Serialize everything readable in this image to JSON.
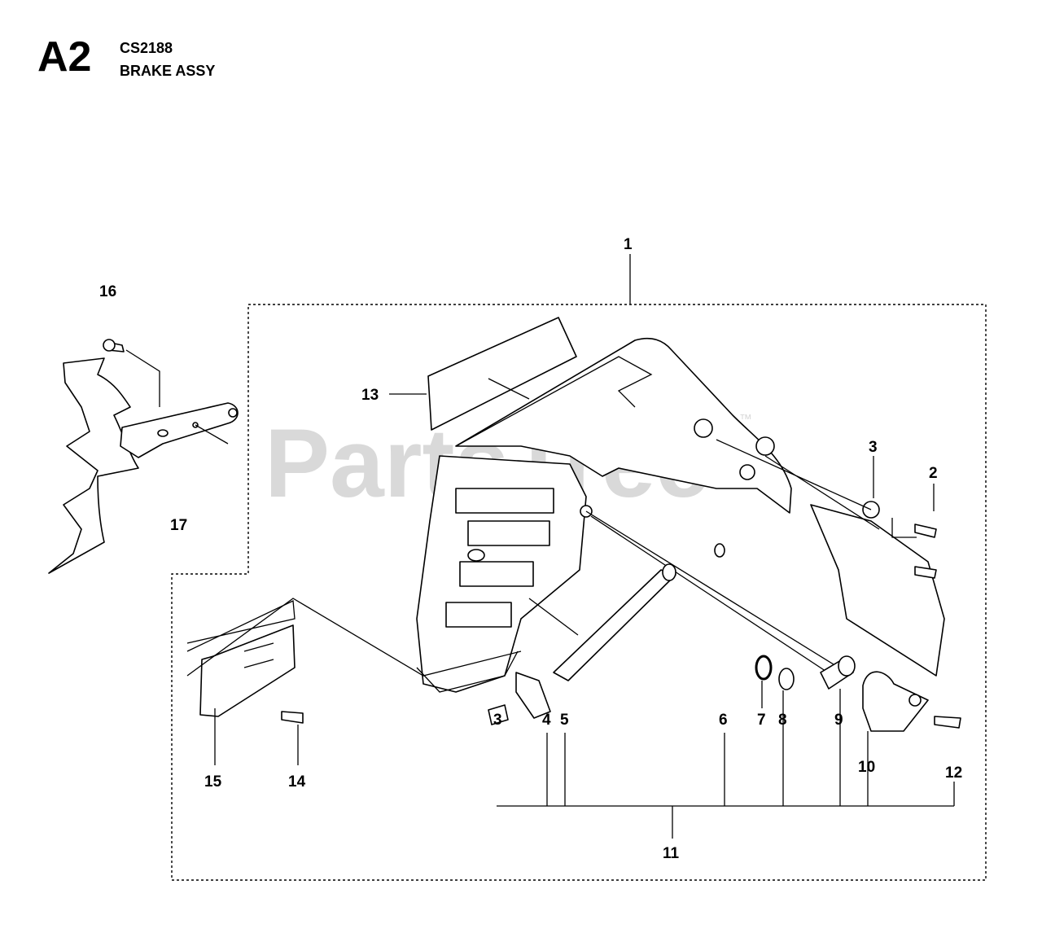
{
  "header": {
    "section_code": "A2",
    "model": "CS2188",
    "title": "BRAKE ASSY"
  },
  "watermark": "PartsTree",
  "watermark_mark": "™",
  "callouts": {
    "c1": "1",
    "c2": "2",
    "c3a": "3",
    "c3b": "3",
    "c4": "4",
    "c5": "5",
    "c6": "6",
    "c7": "7",
    "c8": "8",
    "c9": "9",
    "c10": "10",
    "c11": "11",
    "c12": "12",
    "c13": "13",
    "c14": "14",
    "c15": "15",
    "c16": "16",
    "c17": "17"
  }
}
